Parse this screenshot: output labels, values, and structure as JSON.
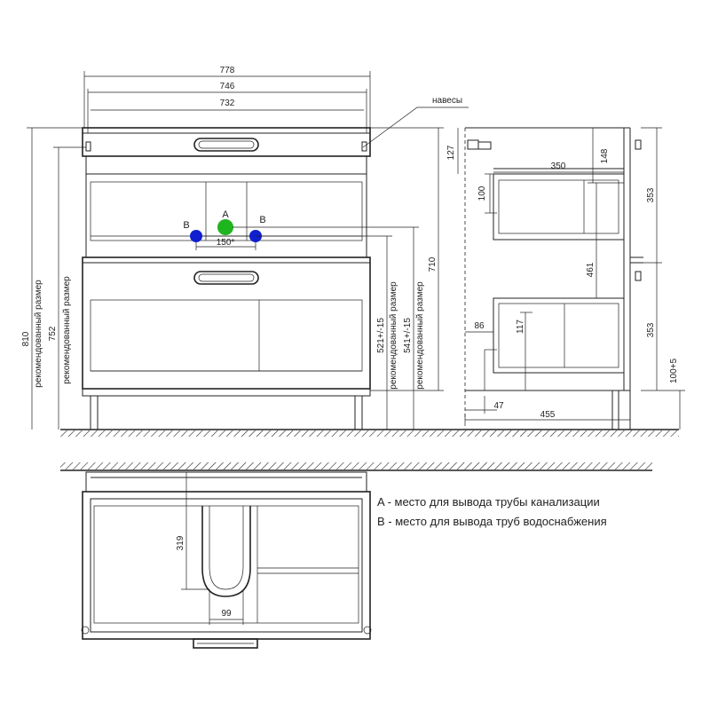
{
  "front": {
    "width_total": "778",
    "width_mid": "746",
    "width_inner": "732",
    "height_810": "810",
    "height_752": "752",
    "recommended_1": "рекомендованный размер",
    "recommended_2": "рекомендованный размер",
    "recommended_3": "рекомендованный размер",
    "recommended_4": "рекомендованный размер",
    "h_521": "521+/-15",
    "h_541": "541+/-15",
    "h_710": "710",
    "pipe_spacing": "150*",
    "label_a": "A",
    "label_b_left": "B",
    "label_b_right": "B",
    "hinges": "навесы"
  },
  "side": {
    "d_127": "127",
    "d_100": "100",
    "d_350": "350",
    "d_148": "148",
    "d_353_top": "353",
    "d_461": "461",
    "d_86": "86",
    "d_117": "117",
    "d_353_bottom": "353",
    "d_100_5": "100+5",
    "d_47": "47",
    "d_455": "455"
  },
  "plan": {
    "d_319": "319",
    "d_99": "99"
  },
  "legend": {
    "a": "A - место для вывода трубы канализации",
    "b": "B - место для вывода труб водоснабжения"
  },
  "colors": {
    "point_a": "#1fb51f",
    "point_b": "#1020d0"
  }
}
